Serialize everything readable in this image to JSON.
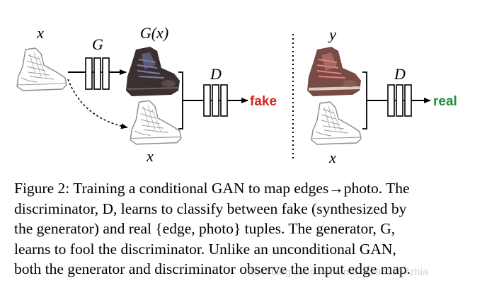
{
  "figure": {
    "labels": {
      "input_left": "x",
      "generator": "G",
      "generated": "G(x)",
      "input_left_copy": "x",
      "disc_left": "D",
      "out_left": "fake",
      "target": "y",
      "input_right_copy": "x",
      "disc_right": "D",
      "out_right": "real"
    },
    "colors": {
      "fake": "#d0281c",
      "real": "#1e8f3a",
      "line": "#000000",
      "sketch": "#8a8a8a",
      "boot_dark": "#3a3030",
      "boot_red": "#7a4a44"
    }
  },
  "caption": {
    "lines": [
      "Figure 2: Training a conditional GAN to map edges→photo. The",
      "discriminator, D, learns to classify between fake (synthesized by",
      "the generator) and real {edge, photo} tuples.  The generator, G,",
      "learns to fool the discriminator.  Unlike an unconditional GAN,",
      "both the generator and discriminator observe the input edge map."
    ]
  },
  "watermark": "http://blog.csdn.net/sinat_29963957zhia"
}
